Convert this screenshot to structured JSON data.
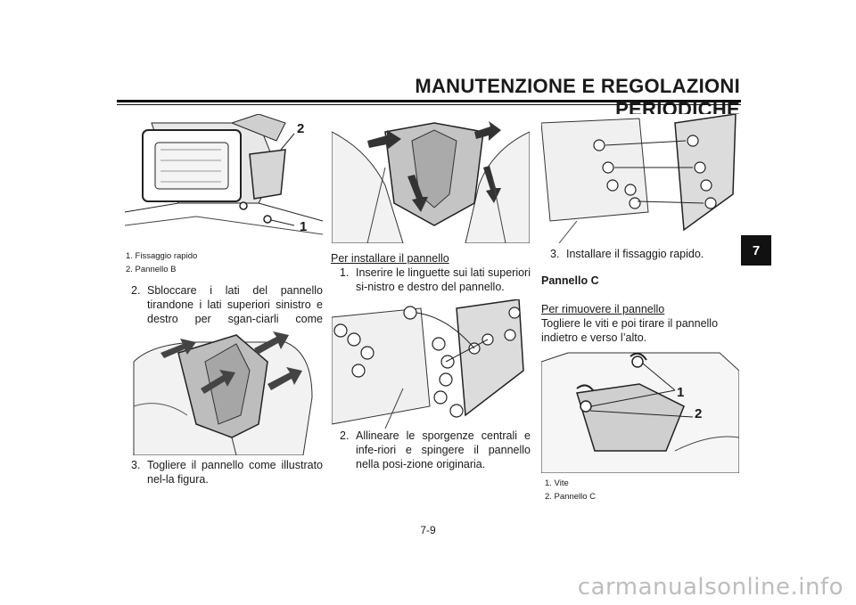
{
  "header": {
    "title": "MANUTENZIONE E REGOLAZIONI PERIODICHE"
  },
  "chapter_tab": "7",
  "page_number": "7-9",
  "watermark": "carmanualsonline.info",
  "figures": {
    "fig1": {
      "callouts": [
        "2",
        "1"
      ],
      "captions": [
        "1.  Fissaggio rapido",
        "2.  Pannello B"
      ]
    },
    "fig5": {
      "callouts": [
        "1",
        "2"
      ],
      "captions": [
        "1.  Vite",
        "2.  Pannello C"
      ]
    }
  },
  "column1": {
    "steps": [
      {
        "num": "2.",
        "text": "Sbloccare i lati del pannello tirandone i lati superiori sinistro e destro per sgan-ciarli come illustrato nella figura."
      },
      {
        "num": "3.",
        "text": "Togliere il pannello come illustrato nel-la figura."
      }
    ]
  },
  "column2": {
    "subheading": "Per installare il pannello",
    "steps": [
      {
        "num": "1.",
        "text": "Inserire le linguette sui lati superiori si-nistro e destro del pannello."
      },
      {
        "num": "2.",
        "text": "Allineare le sporgenze centrali e infe-riori e spingere il pannello nella posi-zione originaria."
      }
    ]
  },
  "column3": {
    "steps": [
      {
        "num": "3.",
        "text": "Installare il fissaggio rapido."
      }
    ],
    "section_heading": "Pannello C",
    "subheading": "Per rimuovere il pannello",
    "paragraph": "Togliere le viti e poi tirare il pannello indietro e verso l’alto."
  }
}
